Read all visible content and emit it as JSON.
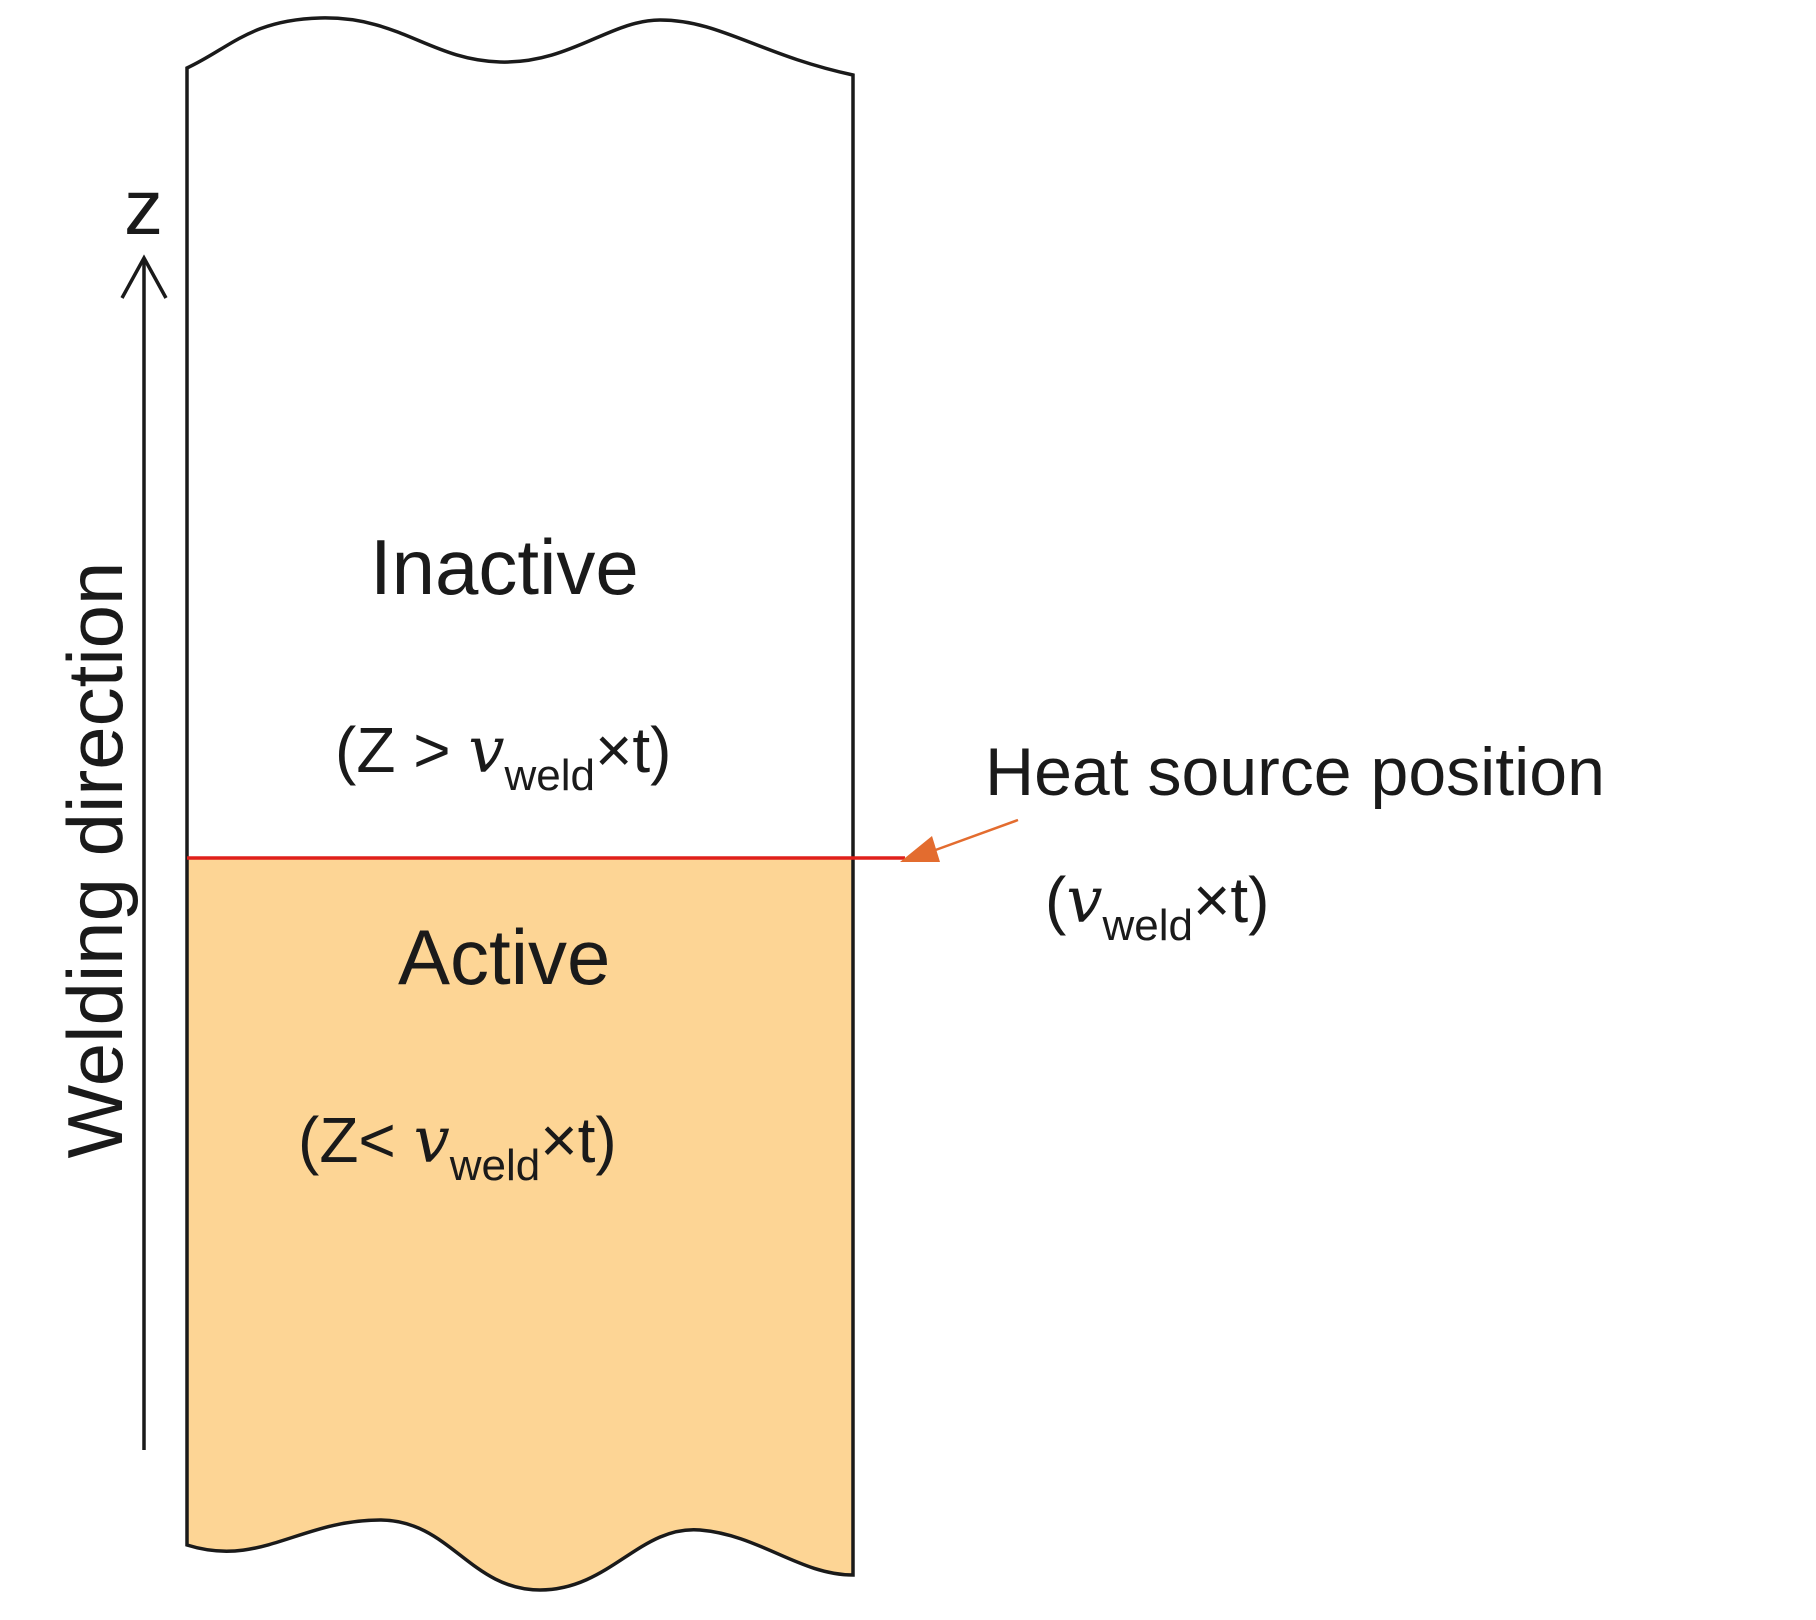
{
  "axis": {
    "label": "z",
    "direction_label": "Welding direction"
  },
  "regions": {
    "inactive": {
      "label": "Inactive",
      "condition_prefix": "(Z > ",
      "condition_var": "v",
      "condition_sub": "weld",
      "condition_suffix": "×t)"
    },
    "active": {
      "label": "Active",
      "condition_prefix": "(Z< ",
      "condition_var": "v",
      "condition_sub": "weld",
      "condition_suffix": "×t)"
    }
  },
  "heat_source": {
    "label": "Heat source position",
    "formula_prefix": "(",
    "formula_var": "v",
    "formula_sub": "weld",
    "formula_suffix": "×t)"
  },
  "colors": {
    "active_fill": "#FDD595",
    "heat_line": "#E0201B",
    "arrow": "#E36C2F",
    "outline": "#1a1a1a"
  }
}
